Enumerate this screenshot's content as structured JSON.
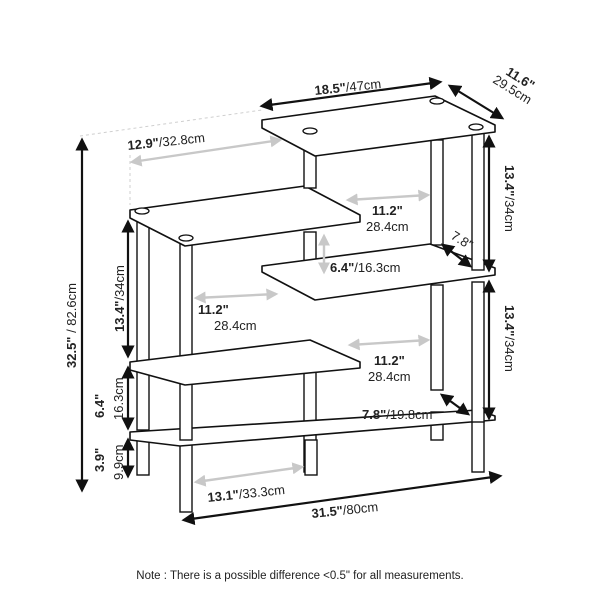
{
  "diagram": {
    "subject": "4-tier staggered shelf with dimensions",
    "dimensions": {
      "top_width": {
        "in": "18.5\"",
        "cm": "/47cm"
      },
      "top_depth": {
        "in": "11.6\"",
        "cm": "29.5cm"
      },
      "top_offset": {
        "in": "12.9\"",
        "cm": "/32.8cm"
      },
      "upper_gap_right": {
        "in": "11.2\"",
        "cm": "28.4cm"
      },
      "post_depth_upper": {
        "in": "7.8\""
      },
      "mid_drop": {
        "in": "6.4\"",
        "cm": "/16.3cm"
      },
      "right_upper_h": {
        "in": "13.4\"",
        "cm": "/34cm"
      },
      "right_lower_h": {
        "in": "13.4\"",
        "cm": "/34cm"
      },
      "left_upper_h": {
        "in": "13.4\"",
        "cm": "/34cm"
      },
      "mid_gap_left": {
        "in": "11.2\"",
        "cm": "28.4cm"
      },
      "lower_gap_right": {
        "in": "11.2\"",
        "cm": "28.4cm"
      },
      "lower_depth": {
        "in": "7.8\"",
        "cm": "/19.8cm"
      },
      "left_mid_h": {
        "in": "6.4\"",
        "cm": "16.3cm"
      },
      "base_h": {
        "in": "3.9\"",
        "cm": "9.9cm"
      },
      "total_h": {
        "in": "32.5\"",
        "cm": " / 82.6cm"
      },
      "base_inner": {
        "in": "13.1\"",
        "cm": "/33.3cm"
      },
      "total_width": {
        "in": "31.5\"",
        "cm": "/80cm"
      }
    },
    "note": "Note : There is a possible difference <0.5\" for all measurements."
  }
}
